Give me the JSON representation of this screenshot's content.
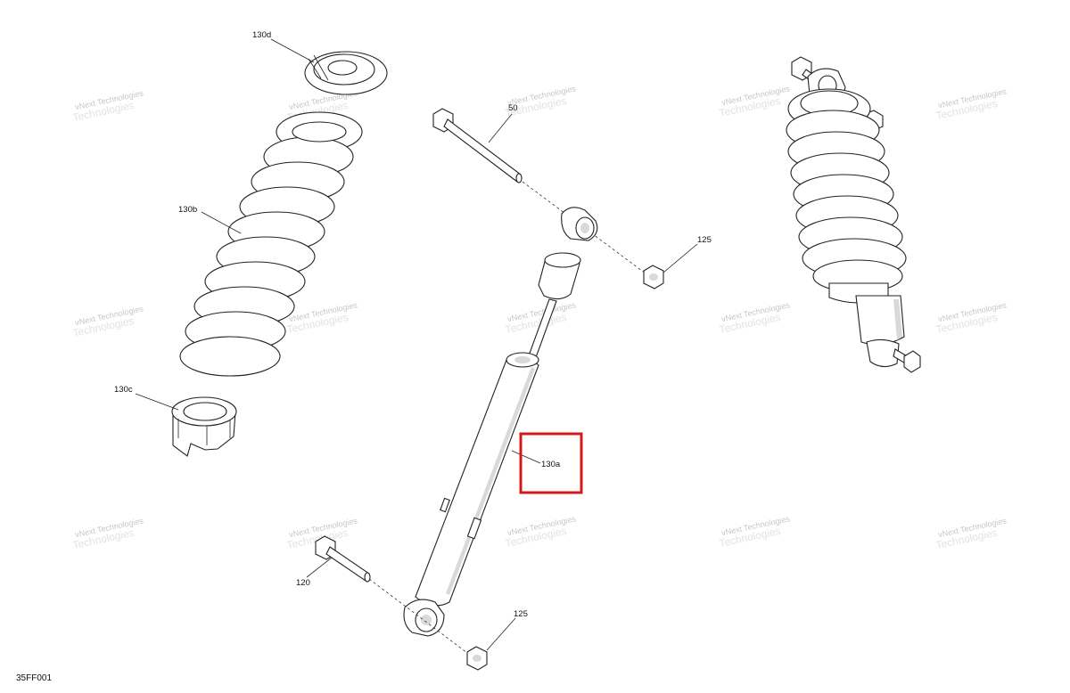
{
  "diagram": {
    "part_labels": {
      "spring_seat_top": "130d",
      "spring": "130b",
      "spring_seat_bottom": "130c",
      "upper_bolt": "50",
      "upper_nut": "125",
      "shock_body": "130a",
      "lower_bolt": "120",
      "lower_nut": "125"
    },
    "drawing_code": "35FF001",
    "watermark_line1": "vNext Technologies",
    "watermark_line2": "Technologies",
    "highlight_color": "#d11a1a"
  }
}
